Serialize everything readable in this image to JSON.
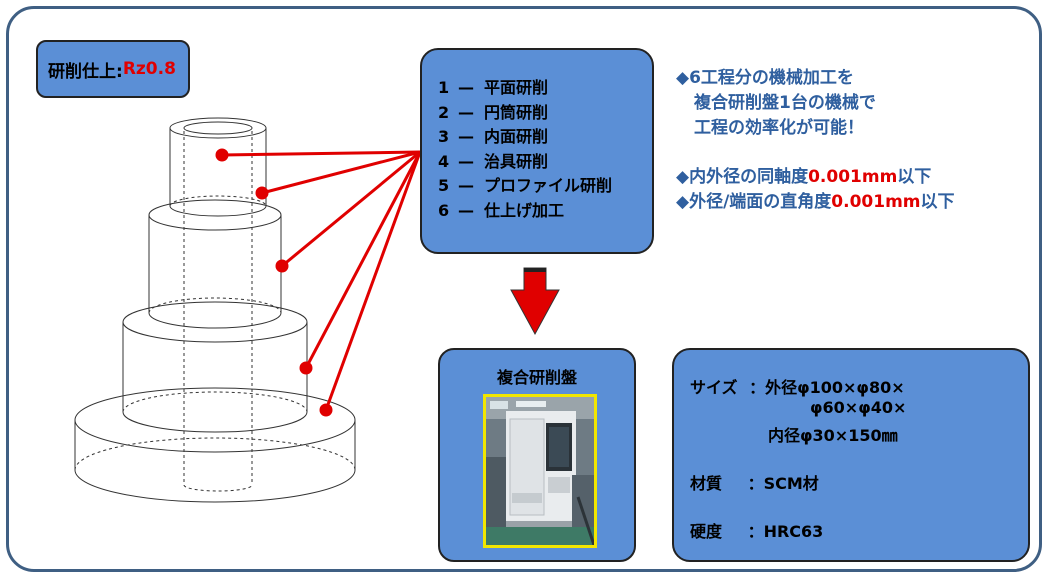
{
  "finish_label": {
    "prefix": "研削仕上:",
    "value": "Rz0.8"
  },
  "processes": [
    {
      "num": "1",
      "dash": "—",
      "label": "平面研削"
    },
    {
      "num": "2",
      "dash": "—",
      "label": "円筒研削"
    },
    {
      "num": "3",
      "dash": "—",
      "label": "内面研削"
    },
    {
      "num": "4",
      "dash": "—",
      "label": "治具研削"
    },
    {
      "num": "5",
      "dash": "—",
      "label": "プロファイル研削"
    },
    {
      "num": "6",
      "dash": "—",
      "label": "仕上げ加工"
    }
  ],
  "notes": {
    "line1": "◆6工程分の機械加工を",
    "line2": "複合研削盤1台の機械で",
    "line3": "工程の効率化が可能！",
    "coax_prefix": "◆内外径の同軸度",
    "coax_value": "0.001mm",
    "coax_suffix": "以下",
    "perp_prefix": "◆外径/端面の直角度",
    "perp_value": "0.001mm",
    "perp_suffix": "以下"
  },
  "machine": {
    "title": "複合研削盤"
  },
  "spec": {
    "size_label": "サイズ",
    "size_line1": "：外径φ100×φ80×",
    "size_line2": "φ60×φ40×",
    "size_line3": "内径φ30×150㎜",
    "material_label": "材質",
    "material_value": "：SCM材",
    "hardness_label": "硬度",
    "hardness_value": "：HRC63"
  },
  "colors": {
    "box_fill": "#5b8fd6",
    "accent_red": "#e00000",
    "note_blue": "#2f5f9f",
    "frame": "#3f5f83",
    "photo_border": "#f2e600"
  }
}
